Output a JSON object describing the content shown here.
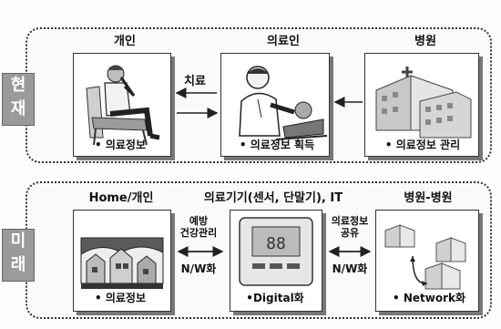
{
  "current": {
    "side_label": [
      "현",
      "재"
    ],
    "headers": {
      "col1": "개인",
      "col2": "의료인",
      "col3": "병원"
    },
    "captions": {
      "col1": "• 의료정보",
      "col2": "• 의료정보 획득",
      "col3": "• 의료정보 관리"
    },
    "arrow_label": "치료"
  },
  "future": {
    "side_label": [
      "미",
      "래"
    ],
    "headers": {
      "col1": "Home/개인",
      "col2": "의료기기(센서, 단말기), IT",
      "col3": "병원-병원"
    },
    "captions": {
      "col1": "• 의료정보",
      "col2": "•Digital화",
      "col3": "• Network화"
    },
    "left_arrow_top": [
      "예방",
      "건강관리"
    ],
    "left_arrow_bottom": "N/W화",
    "right_arrow_top": [
      "의료정보",
      "공유"
    ],
    "right_arrow_bottom": "N/W화"
  },
  "illustrations": {
    "person": "seated-person-icon",
    "doctor": "doctor-icon",
    "hospital": "hospital-building-icon",
    "houses": "houses-icon",
    "device": "medical-device-icon",
    "network": "hospital-network-icon"
  }
}
